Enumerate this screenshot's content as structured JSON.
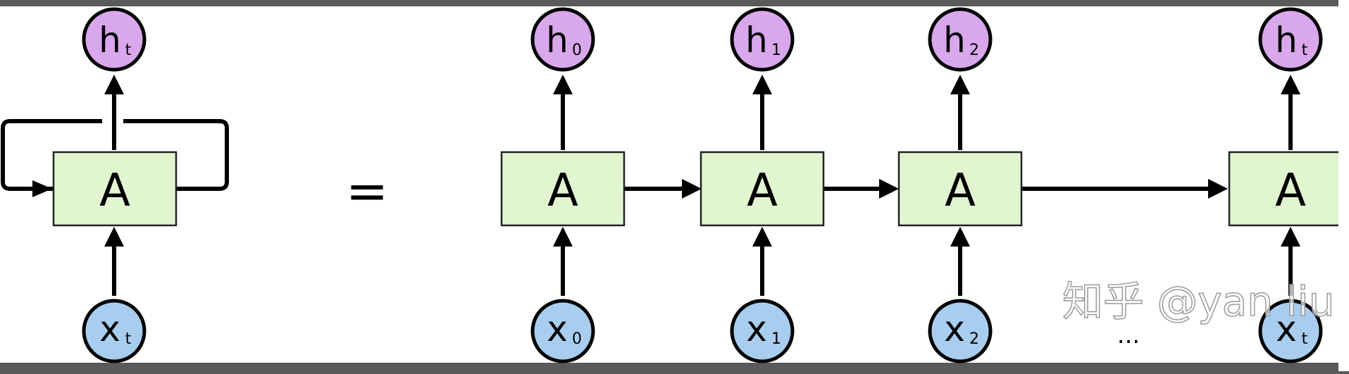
{
  "diagram": {
    "loop_cell": {
      "label": "A",
      "output": {
        "symbol": "h",
        "subscript": "t"
      },
      "input": {
        "symbol": "x",
        "subscript": "t"
      }
    },
    "equals_sign": "=",
    "unrolled_cells": [
      {
        "label": "A",
        "output": {
          "symbol": "h",
          "subscript": "0"
        },
        "input": {
          "symbol": "x",
          "subscript": "0"
        }
      },
      {
        "label": "A",
        "output": {
          "symbol": "h",
          "subscript": "1"
        },
        "input": {
          "symbol": "x",
          "subscript": "1"
        }
      },
      {
        "label": "A",
        "output": {
          "symbol": "h",
          "subscript": "2"
        },
        "input": {
          "symbol": "x",
          "subscript": "2"
        }
      },
      {
        "label": "A",
        "output": {
          "symbol": "h",
          "subscript": "t"
        },
        "input": {
          "symbol": "x",
          "subscript": "t"
        }
      }
    ],
    "ellipsis": "..."
  },
  "watermark": {
    "text": "知乎 @yan liu"
  },
  "colors": {
    "cell_fill": "#e0f5d0",
    "output_fill": "#d9a7ec",
    "input_fill": "#a8cdee",
    "background": "#ffffff",
    "frame": "#5a5a5a"
  }
}
